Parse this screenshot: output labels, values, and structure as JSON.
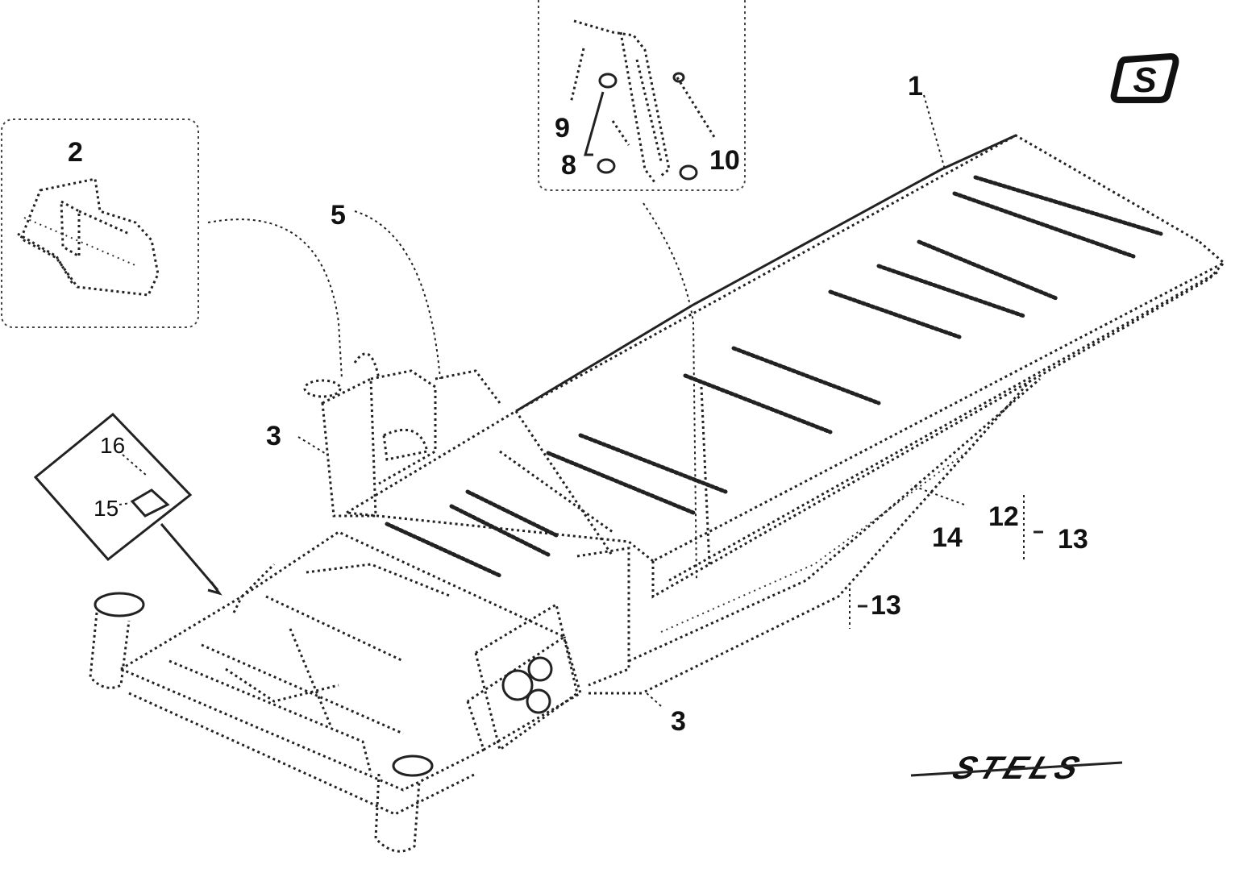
{
  "brand": {
    "logo_letter": "S",
    "wordmark": "STELS"
  },
  "colors": {
    "line": "#222222",
    "background": "#ffffff"
  },
  "callouts": {
    "frame": "1",
    "bracket": "2",
    "mount_left": "3",
    "mount_bottom": "3",
    "support": "5",
    "part_8": "8",
    "part_9": "9",
    "part_10": "10",
    "part_12": "12",
    "part_13_right": "13",
    "part_13_lower": "13",
    "part_14": "14",
    "part_15": "15",
    "part_16": "16"
  }
}
